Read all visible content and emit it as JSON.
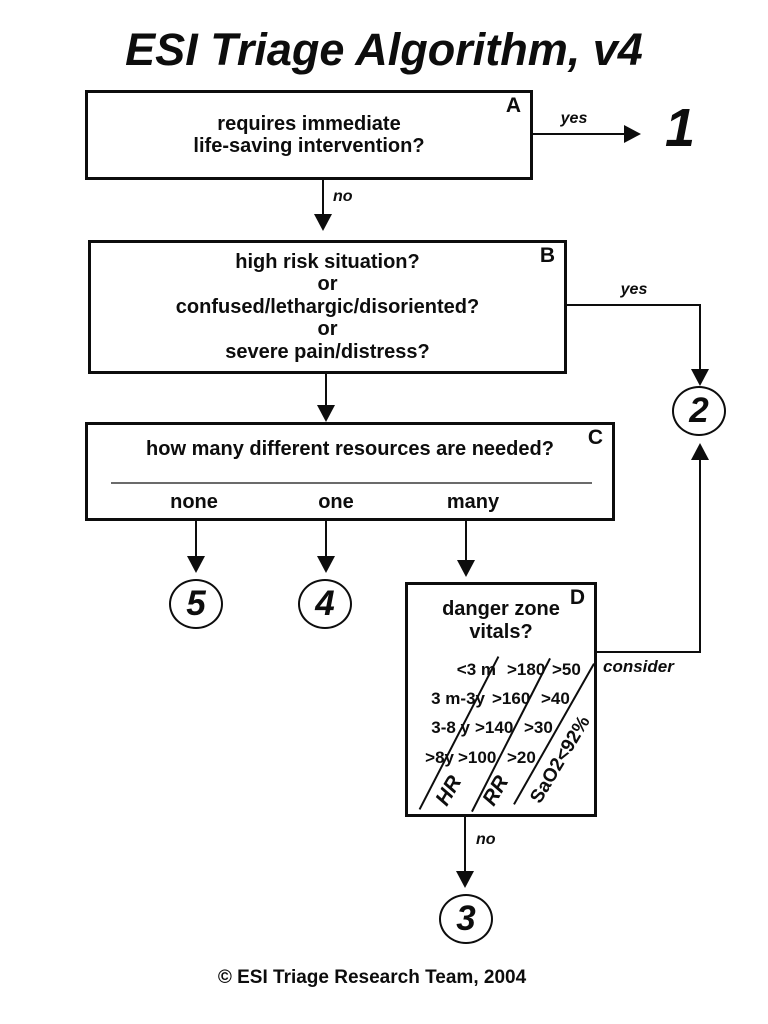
{
  "title": "ESI Triage Algorithm, v4",
  "footer": "© ESI Triage Research Team, 2004",
  "colors": {
    "ink": "#0d0d0d",
    "background": "#ffffff"
  },
  "labels": {
    "yes": "yes",
    "no": "no",
    "consider": "consider"
  },
  "outcomes": {
    "esi1": "1",
    "esi2": "2",
    "esi3": "3",
    "esi4": "4",
    "esi5": "5"
  },
  "nodes": {
    "a": {
      "letter": "A",
      "lines": [
        "requires immediate",
        "life-saving intervention?"
      ]
    },
    "b": {
      "letter": "B",
      "lines": [
        "high risk situation?",
        "or",
        "confused/lethargic/disoriented?",
        "or",
        "severe pain/distress?"
      ]
    },
    "c": {
      "letter": "C",
      "question": "how many different resources are needed?",
      "options": [
        "none",
        "one",
        "many"
      ]
    },
    "d": {
      "letter": "D",
      "title_lines": [
        "danger zone",
        "vitals?"
      ],
      "rows": [
        {
          "age": "<3 m",
          "hr": ">180",
          "rr": ">50"
        },
        {
          "age": "3 m-3y",
          "hr": ">160",
          "rr": ">40"
        },
        {
          "age": "3-8 y",
          "hr": ">140",
          "rr": ">30"
        },
        {
          "age": ">8y",
          "hr": ">100",
          "rr": ">20"
        }
      ],
      "axis_labels": {
        "hr": "HR",
        "rr": "RR",
        "sao2": "SaO2<92%"
      }
    }
  }
}
